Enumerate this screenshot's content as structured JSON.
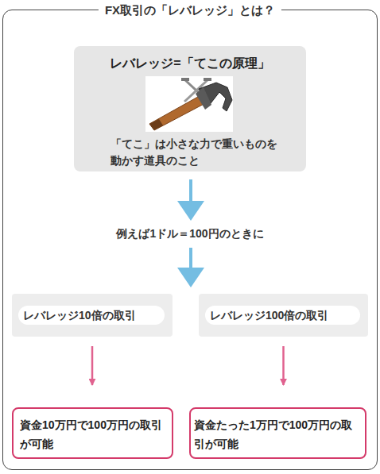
{
  "diagram": {
    "nodes": [
      {
        "text": [
          "FX取引の「レバレッジ」とは？"
        ]
      },
      {
        "text": [
          "レバレッジ=「てこの原理」",
          "「てこ」は小さな力で重いものを動かす道具のこと"
        ],
        "in": 0
      },
      {
        "text": [
          "レバレッジ10倍の取引"
        ],
        "in": 0
      },
      {
        "text": [
          "レバレッジ100倍の取引"
        ],
        "in": 0
      },
      {
        "text": [
          "資金10万円で100万円の取引が可能"
        ],
        "in": 0
      },
      {
        "text": [
          "資金たった1万円で100万円の取引が可能"
        ],
        "in": 0
      }
    ],
    "edges": [
      {
        "from": 2,
        "to": 4,
        "arrow": "to"
      },
      {
        "from": 3,
        "to": 5,
        "arrow": "to"
      }
    ],
    "labels": [
      "例えば1ドル＝100円のときに"
    ]
  }
}
